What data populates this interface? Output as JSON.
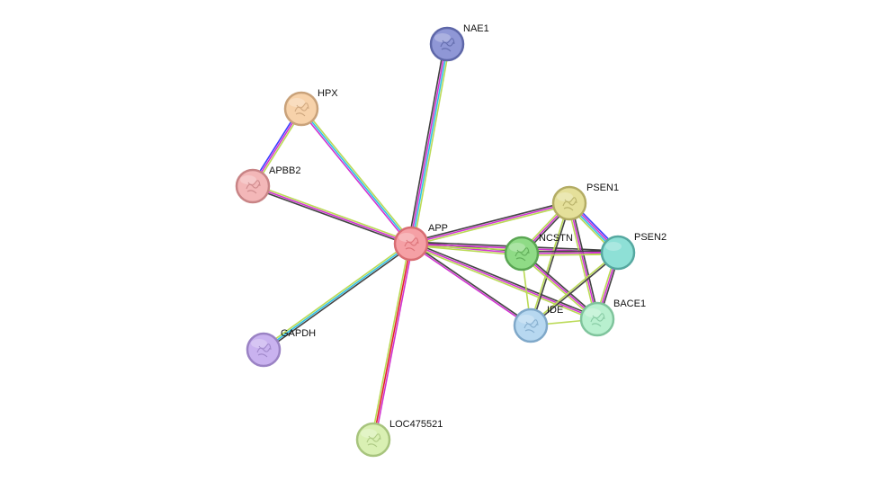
{
  "network": {
    "nodes": [
      {
        "id": "APP",
        "label": "APP",
        "color": "#f5a0a5",
        "stroke": "#d86d73",
        "query": true
      },
      {
        "id": "NAE1",
        "label": "NAE1",
        "color": "#8f97d6",
        "stroke": "#5e67a8"
      },
      {
        "id": "HPX",
        "label": "HPX",
        "color": "#f7d2aa",
        "stroke": "#c9a27a"
      },
      {
        "id": "APBB2",
        "label": "APBB2",
        "color": "#f3b7b8",
        "stroke": "#c88486"
      },
      {
        "id": "GAPDH",
        "label": "GAPDH",
        "color": "#c9b2ef",
        "stroke": "#9a82c4"
      },
      {
        "id": "LOC475521",
        "label": "LOC475521",
        "color": "#d9f0b3",
        "stroke": "#a7c47d"
      },
      {
        "id": "PSEN1",
        "label": "PSEN1",
        "color": "#e5e09a",
        "stroke": "#b3ac64"
      },
      {
        "id": "NCSTN",
        "label": "NCSTN",
        "color": "#8fdb86",
        "stroke": "#5aa653"
      },
      {
        "id": "PSEN2",
        "label": "PSEN2",
        "color": "#8ee0d6",
        "stroke": "#55a8a0"
      },
      {
        "id": "IDE",
        "label": "IDE",
        "color": "#b7d8f0",
        "stroke": "#7fa8c9"
      },
      {
        "id": "BACE1",
        "label": "BACE1",
        "color": "#b8f0cf",
        "stroke": "#7fc49c"
      }
    ],
    "edges": [
      {
        "a": "APP",
        "b": "NAE1",
        "colors": [
          "#444444",
          "#d033d0",
          "#2ec1e6",
          "#bada55"
        ]
      },
      {
        "a": "APP",
        "b": "HPX",
        "colors": [
          "#d033d0",
          "#2ec1e6",
          "#bada55"
        ]
      },
      {
        "a": "HPX",
        "b": "APBB2",
        "colors": [
          "#bada55",
          "#d033d0",
          "#3d3dff"
        ]
      },
      {
        "a": "APP",
        "b": "APBB2",
        "colors": [
          "#444444",
          "#d033d0",
          "#bada55"
        ]
      },
      {
        "a": "APP",
        "b": "GAPDH",
        "colors": [
          "#444444",
          "#2ec1e6",
          "#bada55"
        ]
      },
      {
        "a": "APP",
        "b": "LOC475521",
        "colors": [
          "#d033d0",
          "#e0222b",
          "#bada55"
        ]
      },
      {
        "a": "APP",
        "b": "PSEN1",
        "colors": [
          "#444444",
          "#d033d0",
          "#bada55"
        ]
      },
      {
        "a": "APP",
        "b": "NCSTN",
        "colors": [
          "#444444",
          "#d033d0",
          "#bada55"
        ]
      },
      {
        "a": "APP",
        "b": "PSEN2",
        "colors": [
          "#444444",
          "#d033d0",
          "#bada55"
        ]
      },
      {
        "a": "APP",
        "b": "IDE",
        "colors": [
          "#444444",
          "#d033d0"
        ]
      },
      {
        "a": "APP",
        "b": "BACE1",
        "colors": [
          "#444444",
          "#d033d0",
          "#bada55"
        ]
      },
      {
        "a": "PSEN1",
        "b": "NCSTN",
        "colors": [
          "#444444",
          "#d033d0",
          "#bada55"
        ]
      },
      {
        "a": "PSEN1",
        "b": "PSEN2",
        "colors": [
          "#3d3dff",
          "#d033d0",
          "#2ec1e6",
          "#bada55"
        ]
      },
      {
        "a": "PSEN1",
        "b": "IDE",
        "colors": [
          "#444444",
          "#bada55"
        ]
      },
      {
        "a": "PSEN1",
        "b": "BACE1",
        "colors": [
          "#444444",
          "#d033d0",
          "#bada55"
        ]
      },
      {
        "a": "NCSTN",
        "b": "PSEN2",
        "colors": [
          "#444444",
          "#d033d0",
          "#bada55"
        ]
      },
      {
        "a": "NCSTN",
        "b": "IDE",
        "colors": [
          "#bada55"
        ]
      },
      {
        "a": "NCSTN",
        "b": "BACE1",
        "colors": [
          "#444444",
          "#d033d0",
          "#bada55"
        ]
      },
      {
        "a": "PSEN2",
        "b": "IDE",
        "colors": [
          "#444444",
          "#bada55"
        ]
      },
      {
        "a": "PSEN2",
        "b": "BACE1",
        "colors": [
          "#444444",
          "#d033d0",
          "#bada55"
        ]
      },
      {
        "a": "IDE",
        "b": "BACE1",
        "colors": [
          "#bada55"
        ]
      }
    ]
  }
}
